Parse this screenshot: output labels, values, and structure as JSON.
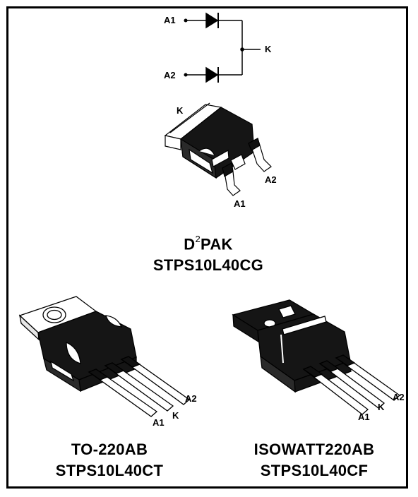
{
  "schematic": {
    "pins": {
      "a1": "A1",
      "a2": "A2",
      "k": "K"
    }
  },
  "packages": {
    "d2pak": {
      "name_main": "D",
      "name_sup": "2",
      "name_rest": "PAK",
      "part": "STPS10L40CG",
      "pin_k": "K",
      "pin_a1": "A1",
      "pin_a2": "A2"
    },
    "to220ab": {
      "name": "TO-220AB",
      "part": "STPS10L40CT",
      "pin_a1": "A1",
      "pin_k": "K",
      "pin_a2": "A2"
    },
    "isowatt": {
      "name": "ISOWATT220AB",
      "part": "STPS10L40CF",
      "pin_a1": "A1",
      "pin_k": "K",
      "pin_a2": "A2"
    }
  }
}
